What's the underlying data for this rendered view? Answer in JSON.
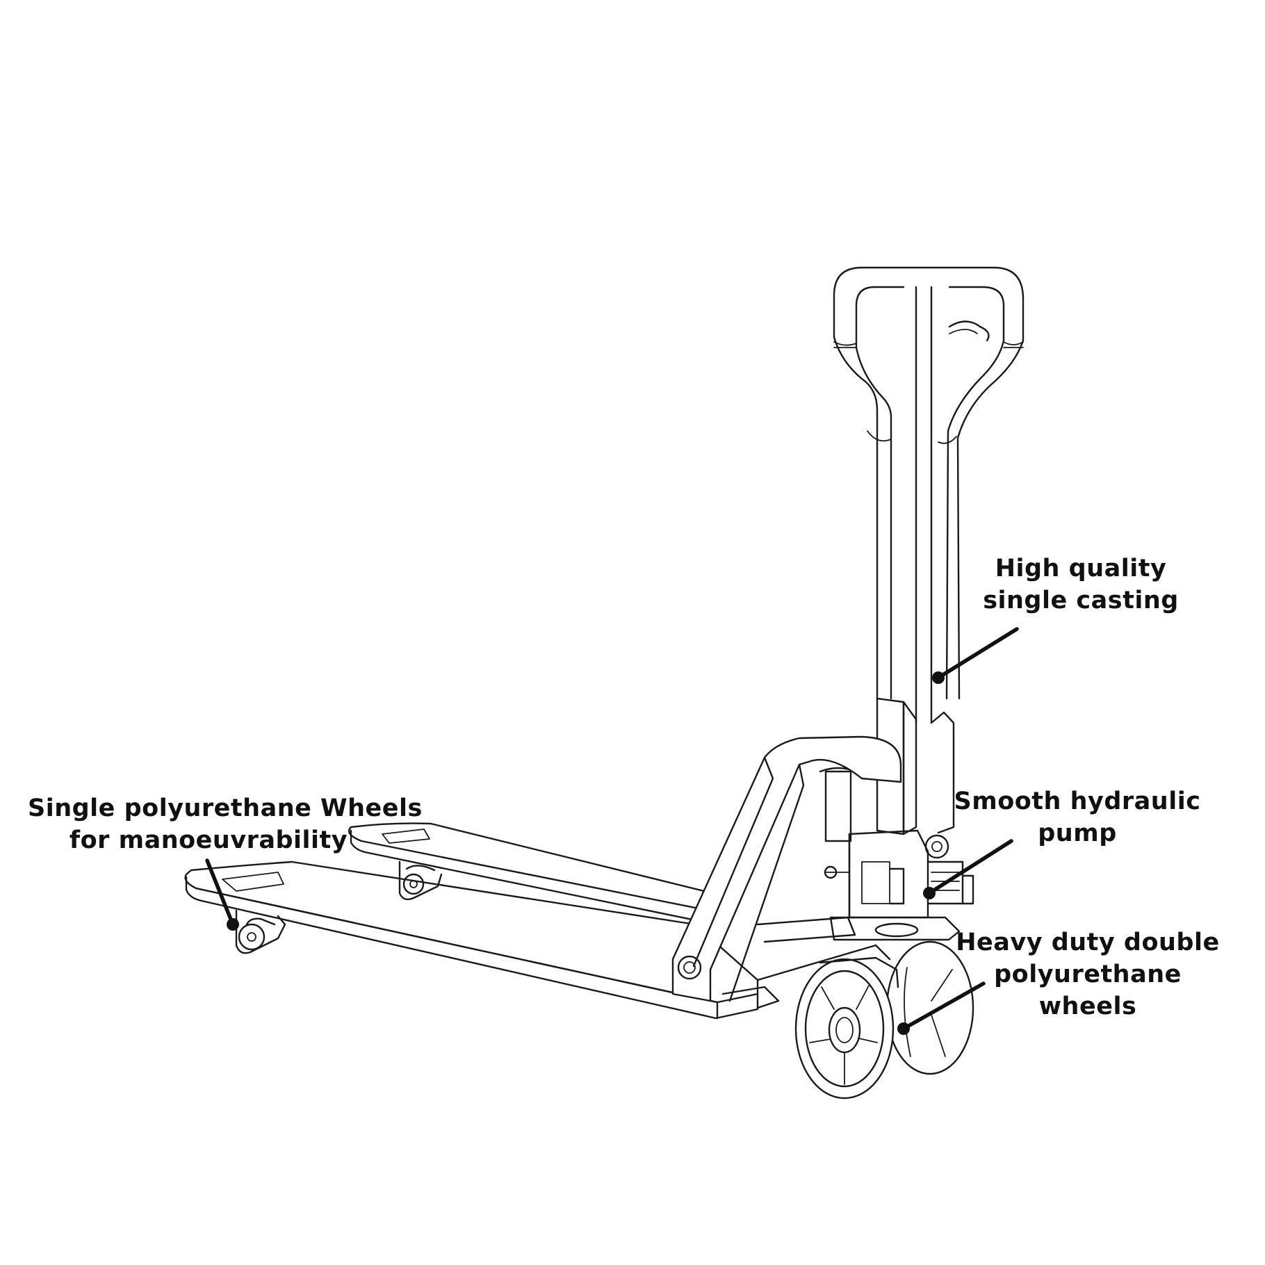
{
  "diagram": {
    "subject": "hand pallet truck line drawing",
    "colors": {
      "line": "#1a1a1a",
      "text": "#111111",
      "background": "#ffffff"
    },
    "callouts": [
      {
        "id": "casting",
        "lines": [
          "High quality",
          "single casting"
        ]
      },
      {
        "id": "pump",
        "lines": [
          "Smooth hydraulic",
          "pump"
        ]
      },
      {
        "id": "wheels",
        "lines": [
          "Heavy duty double",
          "polyurethane",
          "wheels"
        ]
      },
      {
        "id": "single",
        "lines": [
          "Single polyurethane Wheels",
          "for manoeuvrability"
        ]
      }
    ]
  }
}
